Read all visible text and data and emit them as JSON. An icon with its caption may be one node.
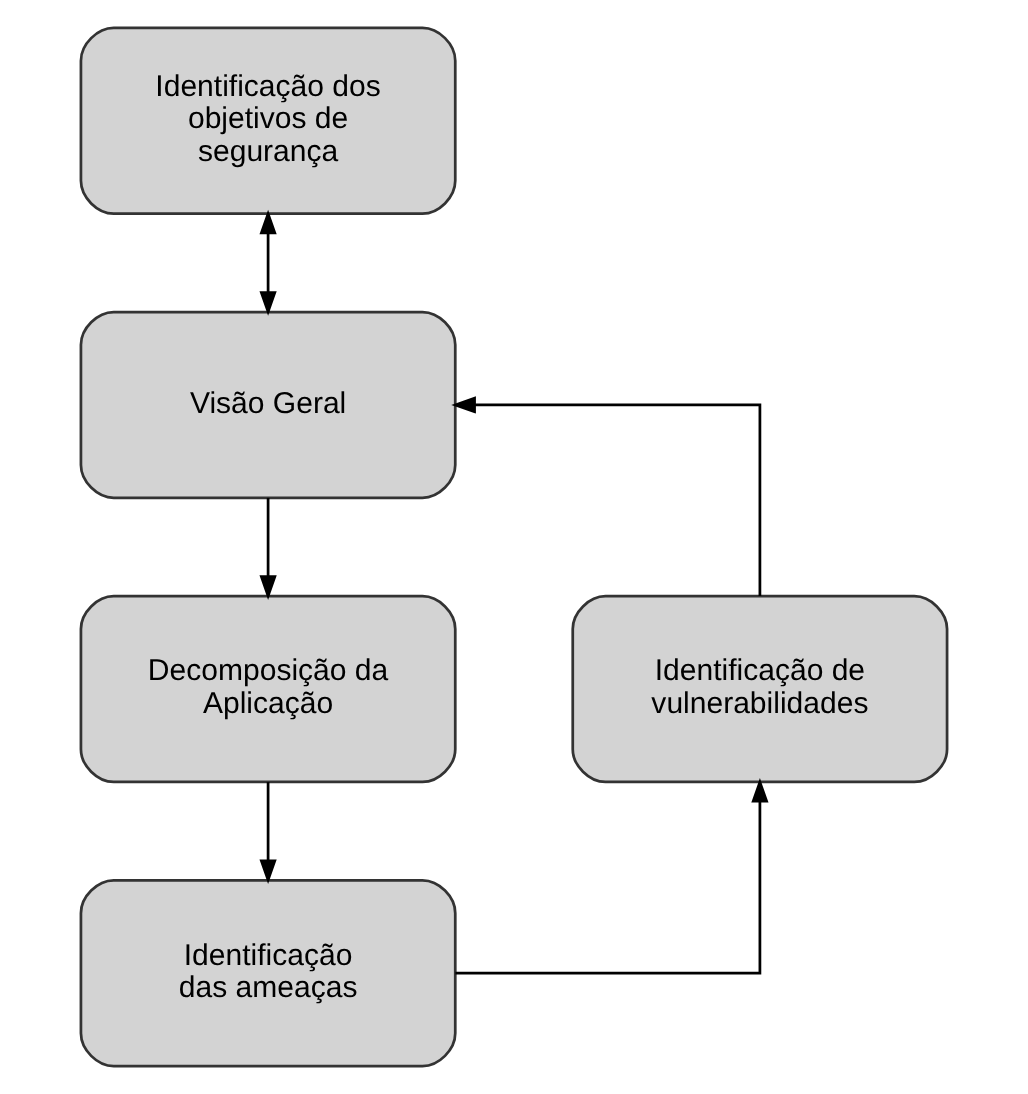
{
  "diagram": {
    "nodes": [
      {
        "text": [
          "Identificação dos objetivos de segurança"
        ]
      },
      {
        "text": [
          "Visão Geral"
        ]
      },
      {
        "text": [
          "Identificação de vulnerabilidades"
        ]
      },
      {
        "text": [
          "Decomposição da Aplicação"
        ]
      },
      {
        "text": [
          "Identificação das ameaças"
        ]
      }
    ],
    "edges": [
      {
        "from": 0,
        "to": 1,
        "arrow": "both"
      },
      {
        "from": 1,
        "to": 3,
        "arrow": "to"
      },
      {
        "from": 3,
        "to": 4,
        "arrow": "to"
      },
      {
        "from": 4,
        "to": 2,
        "arrow": "to"
      },
      {
        "from": 2,
        "to": 1,
        "arrow": "to"
      }
    ]
  }
}
